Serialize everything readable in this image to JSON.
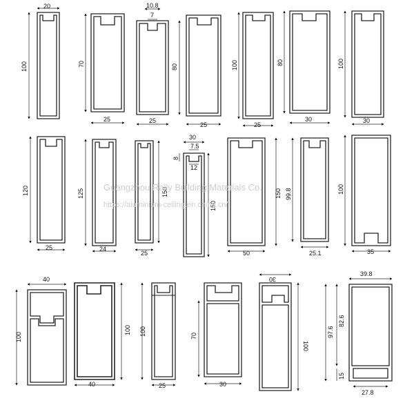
{
  "watermark": {
    "company": "Guangzhou Rally Building Materials Co.",
    "url": "https://aluminium-ceiling.en.china.cn/"
  },
  "profiles": [
    {
      "id": "p1",
      "labels": {
        "width": "20",
        "height": "100"
      }
    },
    {
      "id": "p2",
      "labels": {
        "width": "25",
        "height": "70"
      }
    },
    {
      "id": "p3",
      "labels": {
        "top": "10.8",
        "slot": "7",
        "height": "80",
        "width": "25"
      }
    },
    {
      "id": "p4",
      "labels": {
        "width": "25"
      }
    },
    {
      "id": "p5",
      "labels": {
        "height": "100",
        "width": "25"
      }
    },
    {
      "id": "p6",
      "labels": {
        "height": "80",
        "width": "30"
      }
    },
    {
      "id": "p7",
      "labels": {
        "height": "100",
        "width": "30"
      }
    },
    {
      "id": "p8",
      "labels": {
        "height": "120",
        "width": "25"
      }
    },
    {
      "id": "p9",
      "labels": {
        "height": "125",
        "width": "24"
      }
    },
    {
      "id": "p10",
      "labels": {
        "height": "150",
        "width": "25"
      }
    },
    {
      "id": "p11",
      "labels": {
        "top": "30",
        "slot": "7.5",
        "small": "8",
        "inner": "12",
        "height": "150"
      }
    },
    {
      "id": "p12",
      "labels": {
        "height": "150",
        "width": "50"
      }
    },
    {
      "id": "p13",
      "labels": {
        "height": "99.8",
        "width": "25.1"
      }
    },
    {
      "id": "p14",
      "labels": {
        "height": "100",
        "width": "35"
      }
    },
    {
      "id": "p15",
      "labels": {
        "width": "40",
        "height": "100"
      }
    },
    {
      "id": "p16",
      "labels": {
        "height": "100",
        "width": "40"
      }
    },
    {
      "id": "p17",
      "labels": {
        "height": "100",
        "width": "25"
      }
    },
    {
      "id": "p18",
      "labels": {
        "height": "70",
        "width": "30"
      }
    },
    {
      "id": "p19",
      "labels": {
        "top": "30",
        "height": "100"
      }
    },
    {
      "id": "p20",
      "labels": {
        "top": "39.8",
        "upper": "82.6",
        "total": "97.6",
        "lower": "15",
        "bottom": "27.8"
      }
    }
  ]
}
